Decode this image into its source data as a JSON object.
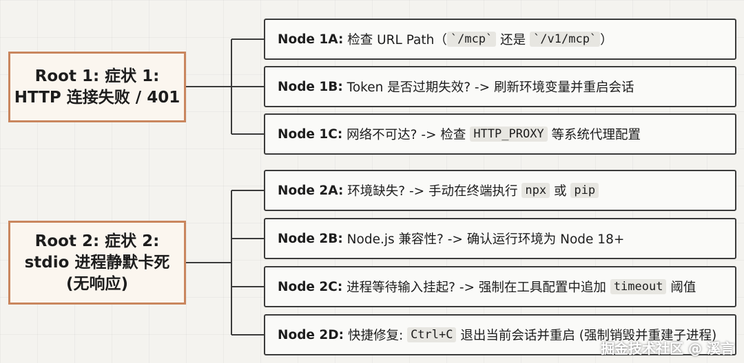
{
  "roots": [
    {
      "line1": "Root 1: 症状 1:",
      "line2": "HTTP 连接失败 / 401",
      "line3": ""
    },
    {
      "line1": "Root 2: 症状 2:",
      "line2": "stdio 进程静默卡死",
      "line3": "(无响应)"
    }
  ],
  "nodes": {
    "n1a": {
      "id": "Node 1A:",
      "t1": " 检查 URL Path（",
      "c1": "`/mcp`",
      "t2": " 还是 ",
      "c2": "`/v1/mcp`",
      "t3": "）"
    },
    "n1b": {
      "id": "Node 1B:",
      "t1": " Token 是否过期失效? -> 刷新环境变量并重启会话"
    },
    "n1c": {
      "id": "Node 1C:",
      "t1": " 网络不可达? -> 检查 ",
      "c1": "HTTP_PROXY",
      "t2": " 等系统代理配置"
    },
    "n2a": {
      "id": "Node 2A:",
      "t1": " 环境缺失? -> 手动在终端执行 ",
      "c1": "npx",
      "t2": " 或 ",
      "c2": "pip"
    },
    "n2b": {
      "id": "Node 2B:",
      "t1": " Node.js 兼容性? -> 确认运行环境为 Node 18+"
    },
    "n2c": {
      "id": "Node 2C:",
      "t1": " 进程等待输入挂起? -> 强制在工具配置中追加 ",
      "c1": "timeout",
      "t2": " 阈值"
    },
    "n2d": {
      "id": "Node 2D:",
      "t1": " 快捷修复: ",
      "c1": "Ctrl+C",
      "t2": " 退出当前会话并重启 (强制销毁并重建子进程)"
    }
  },
  "watermark": "掘金技术社区 @ 溪言",
  "colors": {
    "root_border": "#c9865e",
    "node_border": "#3a3a3a",
    "background": "#f4f3ef"
  }
}
